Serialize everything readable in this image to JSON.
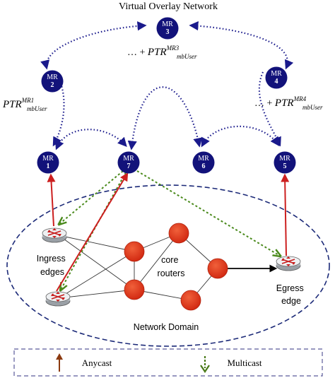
{
  "title": "Virtual Overlay Network",
  "nodes": {
    "mr1": {
      "line1": "MR",
      "line2": "1"
    },
    "mr2": {
      "line1": "MR",
      "line2": "2"
    },
    "mr3": {
      "line1": "MR",
      "line2": "3"
    },
    "mr4": {
      "line1": "MR",
      "line2": "4"
    },
    "mr5": {
      "line1": "MR",
      "line2": "5"
    },
    "mr6": {
      "line1": "MR",
      "line2": "6"
    },
    "mr7": {
      "line1": "MR",
      "line2": "7"
    }
  },
  "ptr": {
    "mr1": {
      "prefix": "",
      "base": "PTR",
      "sup": "MR1",
      "sub": "mbUser"
    },
    "mr3": {
      "prefix": "… + ",
      "base": "PTR",
      "sup": "MR3",
      "sub": "mbUser"
    },
    "mr4": {
      "prefix": "… + ",
      "base": "PTR",
      "sup": "MR4",
      "sub": "mbUser"
    }
  },
  "labels": {
    "ingress_line1": "Ingress",
    "ingress_line2": "edges",
    "core_line1": "core",
    "core_line2": "routers",
    "egress_line1": "Egress",
    "egress_line2": "edge",
    "domain": "Network Domain"
  },
  "legend": {
    "anycast": "Anycast",
    "multicast": "Multicast"
  },
  "colors": {
    "mr_node": "#12127a",
    "overlay_arrow": "#1a1a8c",
    "core_router": "#e03a1e",
    "anycast": "#cc1f1f",
    "multicast": "#4a8a1c",
    "domain_border": "#1c2a78",
    "legend_anycast_arrow": "#8b3a10",
    "legend_multicast_arrow": "#4a7a18"
  }
}
